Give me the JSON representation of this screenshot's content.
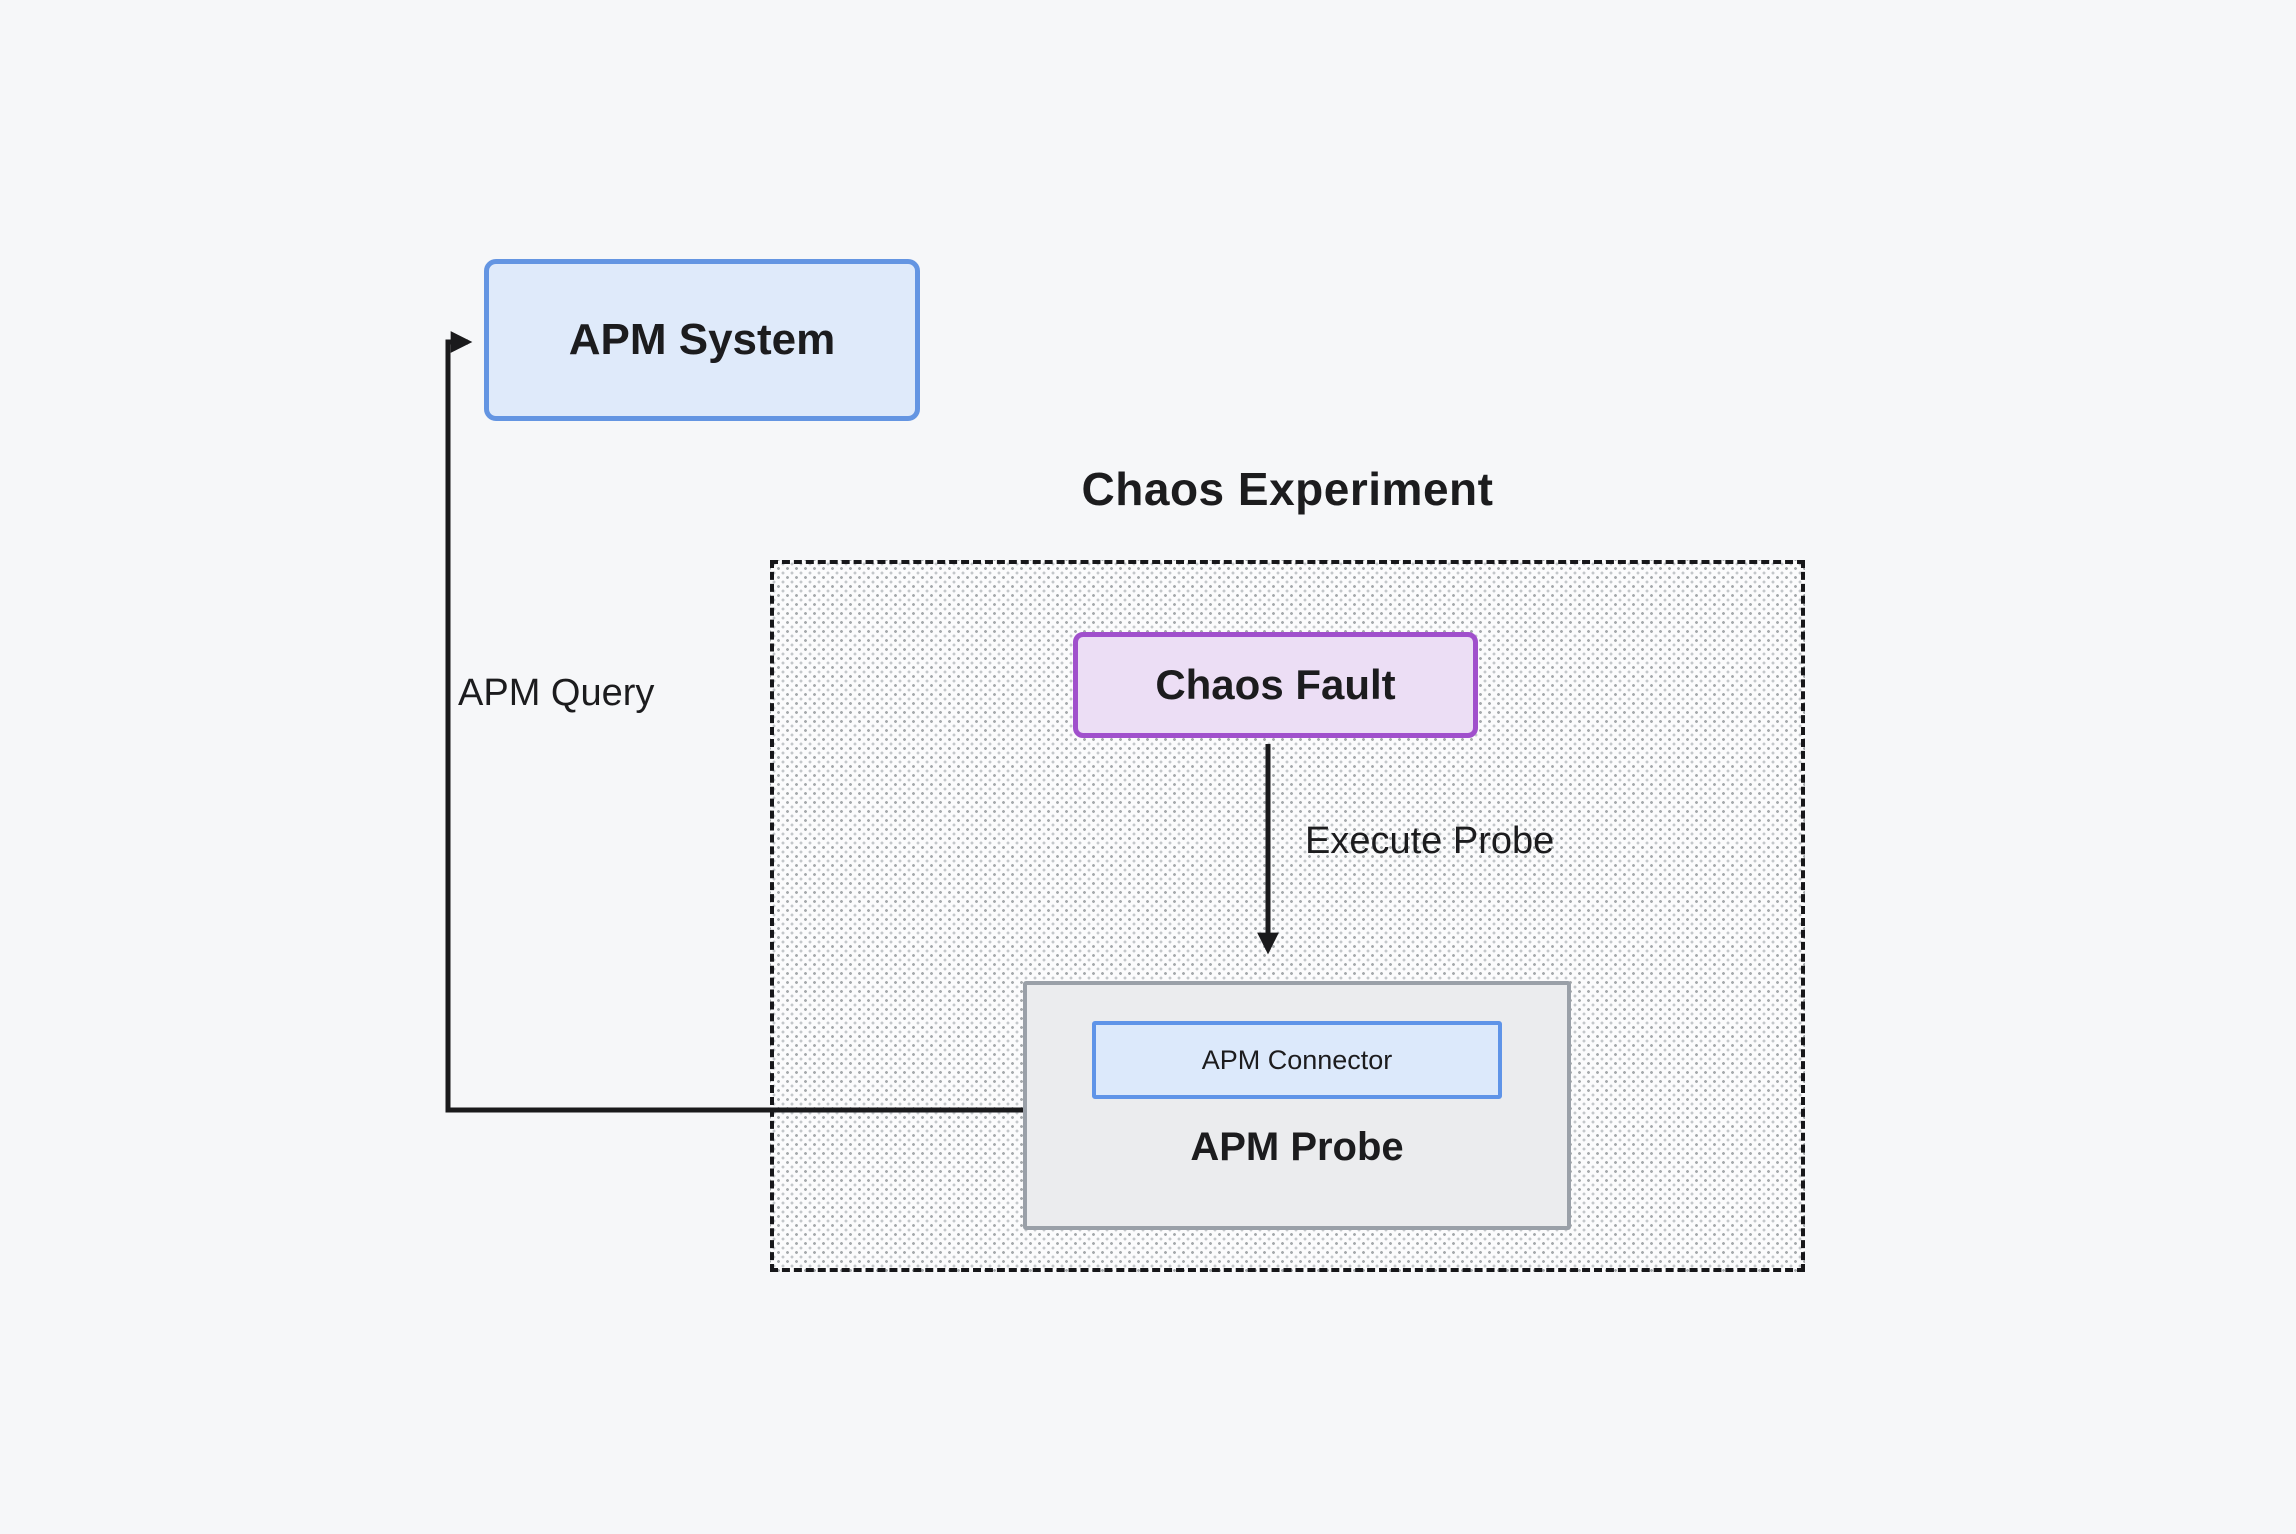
{
  "diagram": {
    "title": "Chaos Experiment",
    "nodes": {
      "apm_system": {
        "label": "APM System"
      },
      "chaos_fault": {
        "label": "Chaos Fault"
      },
      "apm_probe": {
        "label": "APM Probe"
      },
      "apm_connector": {
        "label": "APM Connector"
      }
    },
    "edges": {
      "execute_probe": {
        "label": "Execute Probe"
      },
      "apm_query": {
        "label": "APM Query"
      }
    },
    "colors": {
      "background": "#f6f7f9",
      "blue_node_fill": "#dfeafa",
      "blue_node_border": "#6495e2",
      "purple_node_fill": "#ecdef5",
      "purple_node_border": "#a050cc",
      "gray_node_fill": "#ebecee",
      "gray_node_border": "#9aa0a8",
      "container_dash": "#17171a",
      "edge_stroke": "#1a1a1c",
      "text": "#1c1c1e"
    }
  }
}
